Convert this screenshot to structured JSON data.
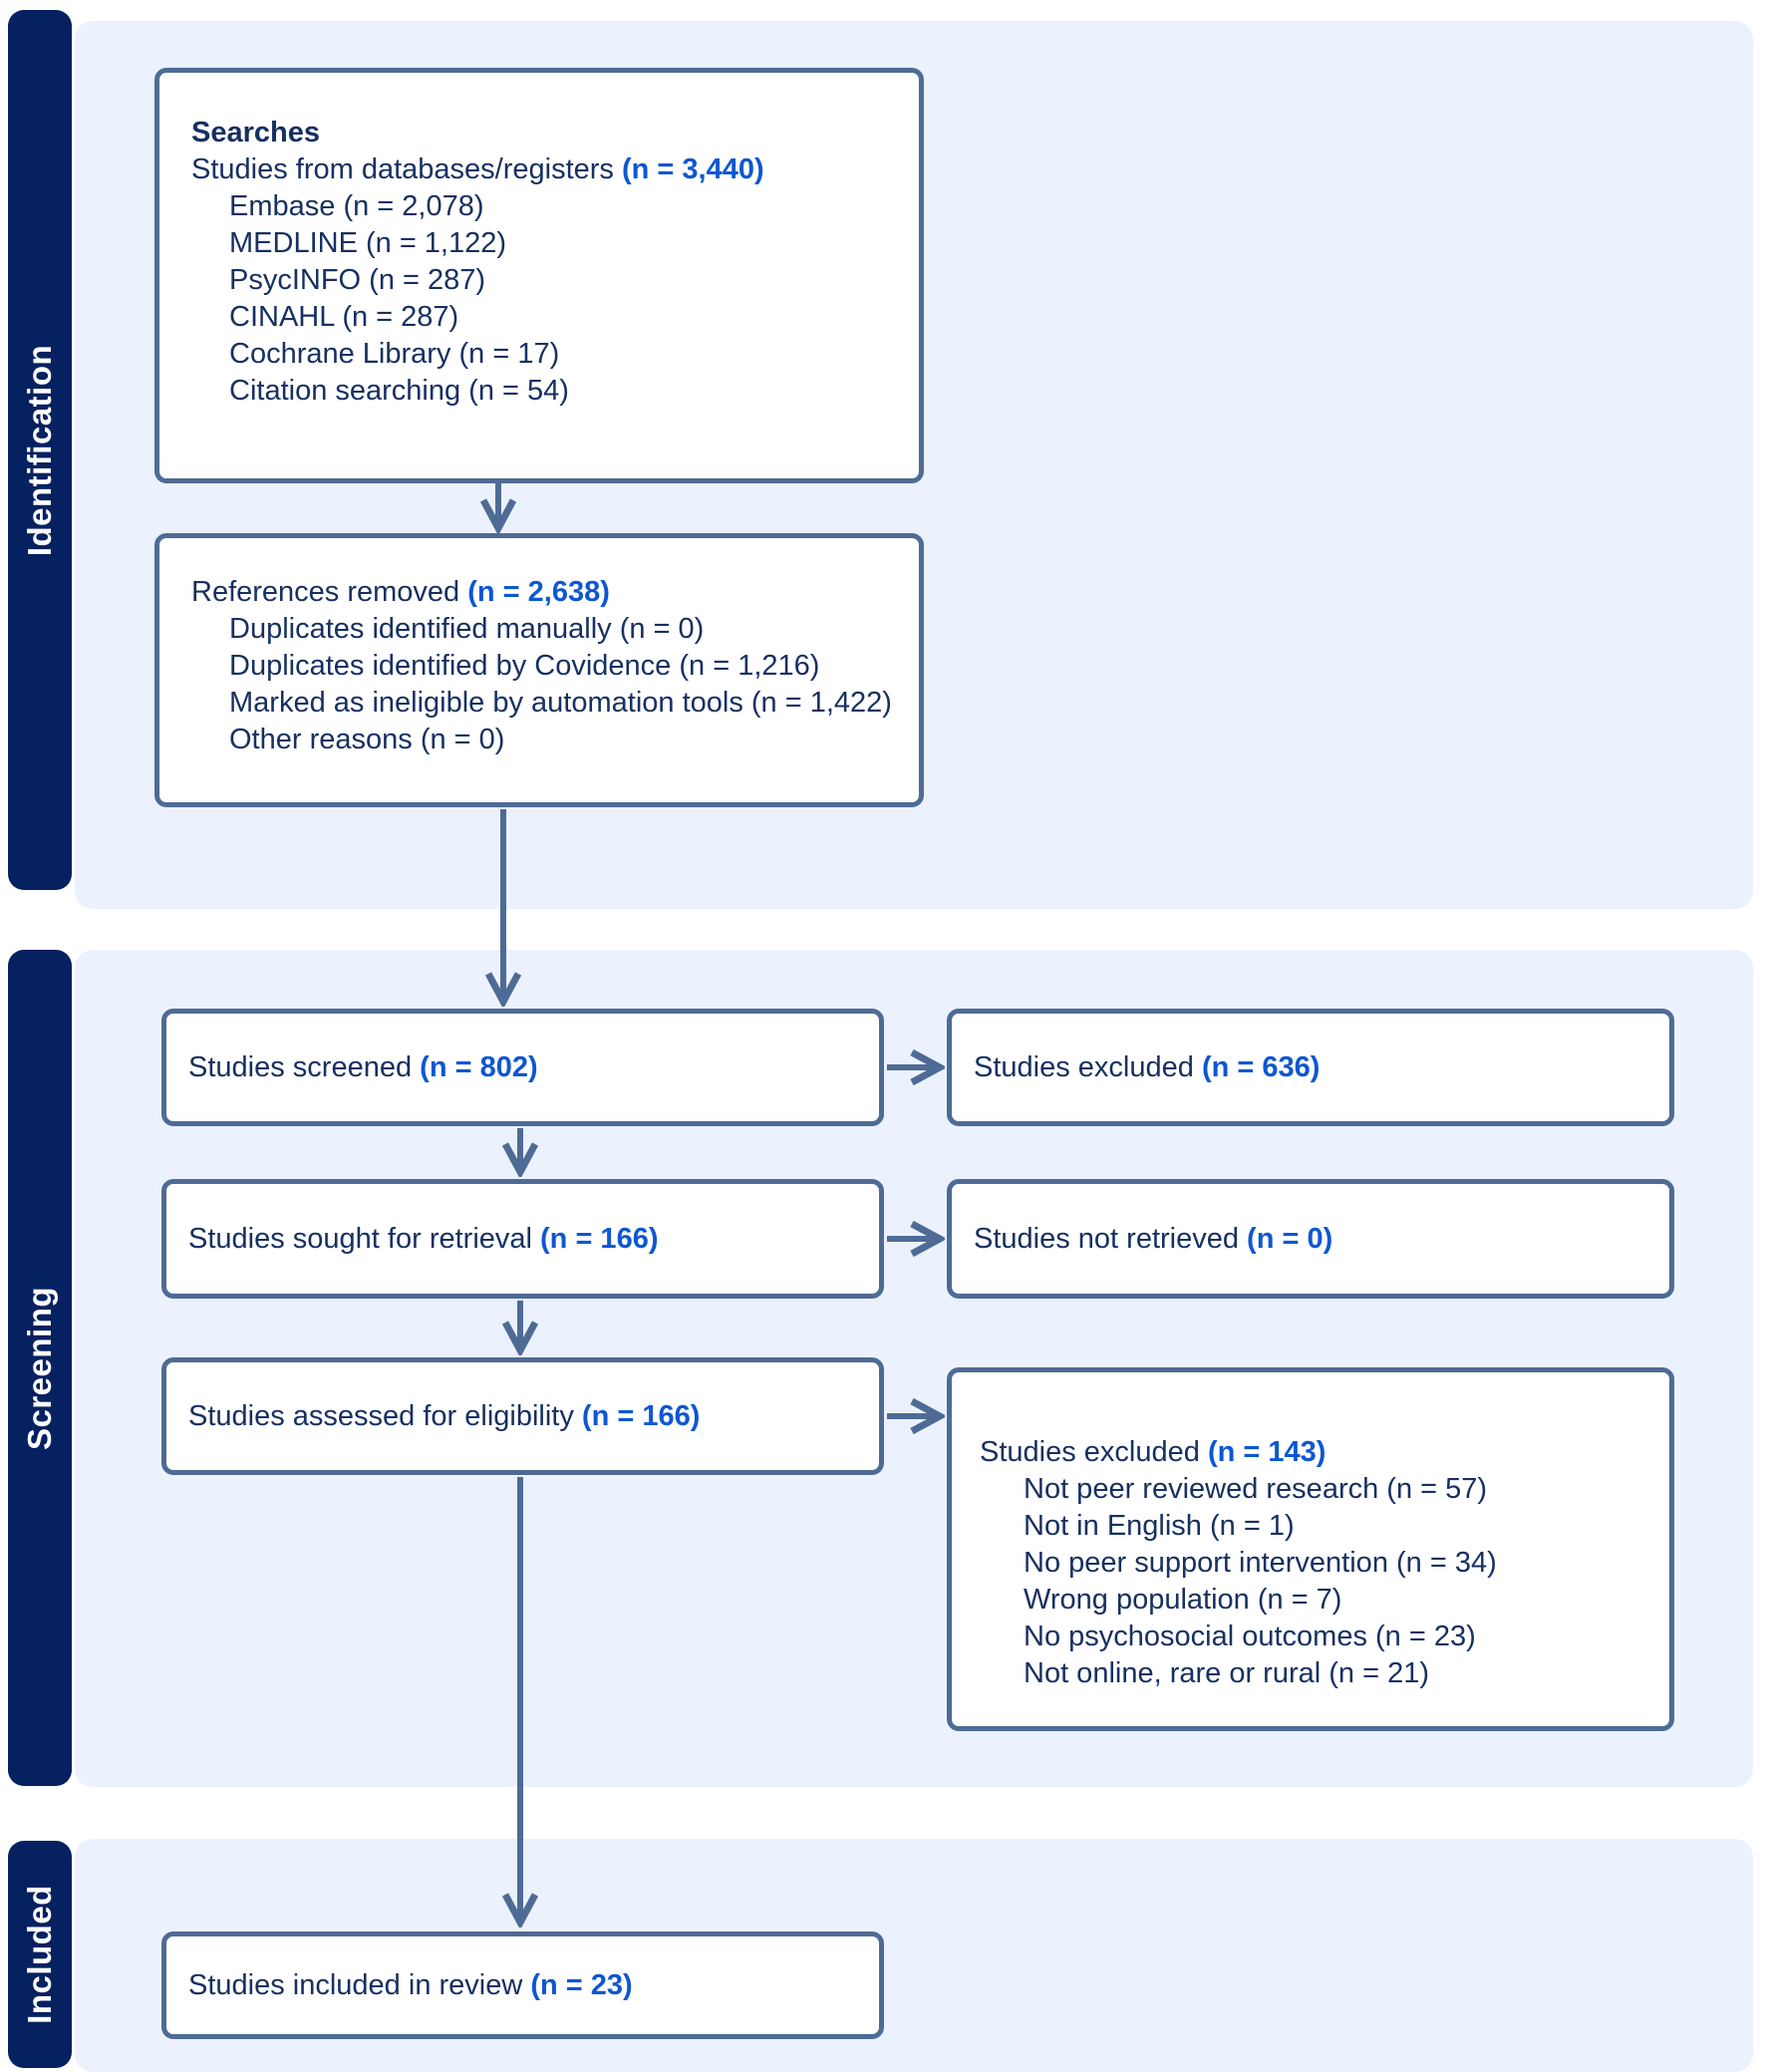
{
  "colors": {
    "sidebar": "#062160",
    "panel": "#ebf2fd",
    "border": "#4e6b95",
    "text": "#173061",
    "accent": "#0d57d2"
  },
  "sidebar_labels": {
    "identification": "Identification",
    "screening": "Screening",
    "included": "Included"
  },
  "identification": {
    "searches_box": {
      "title": "Searches",
      "subtitle_pre": "Studies from databases/registers ",
      "subtitle_n": "(n = 3,440)",
      "items": [
        "Embase (n = 2,078)",
        "MEDLINE (n = 1,122)",
        "PsycINFO (n = 287)",
        "CINAHL (n = 287)",
        "Cochrane Library (n = 17)",
        "Citation searching (n = 54)"
      ]
    },
    "removed_box": {
      "title_pre": "References removed ",
      "title_n": "(n = 2,638)",
      "items": [
        "Duplicates identified manually (n = 0)",
        "Duplicates identified by Covidence (n = 1,216)",
        "Marked as ineligible by automation tools (n = 1,422)",
        "Other reasons (n = 0)"
      ]
    }
  },
  "screening": {
    "screened_box": {
      "label_pre": "Studies screened ",
      "label_n": "(n = 802)"
    },
    "excluded_box": {
      "label_pre": "Studies excluded ",
      "label_n": "(n = 636)"
    },
    "sought_box": {
      "label_pre": "Studies sought for retrieval ",
      "label_n": "(n = 166)"
    },
    "not_retrieved_box": {
      "label_pre": "Studies not retrieved ",
      "label_n": "(n = 0)"
    },
    "assessed_box": {
      "label_pre": "Studies assessed for eligibility ",
      "label_n": "(n = 166)"
    },
    "excluded_reasons_box": {
      "title_pre": "Studies excluded ",
      "title_n": "(n = 143)",
      "items": [
        "Not peer reviewed research (n = 57)",
        "Not in English (n = 1)",
        "No peer support intervention (n = 34)",
        "Wrong population (n = 7)",
        "No psychosocial outcomes (n = 23)",
        "Not online, rare or rural (n = 21)"
      ]
    }
  },
  "included": {
    "included_box": {
      "label_pre": "Studies included in review ",
      "label_n": "(n = 23)"
    }
  }
}
